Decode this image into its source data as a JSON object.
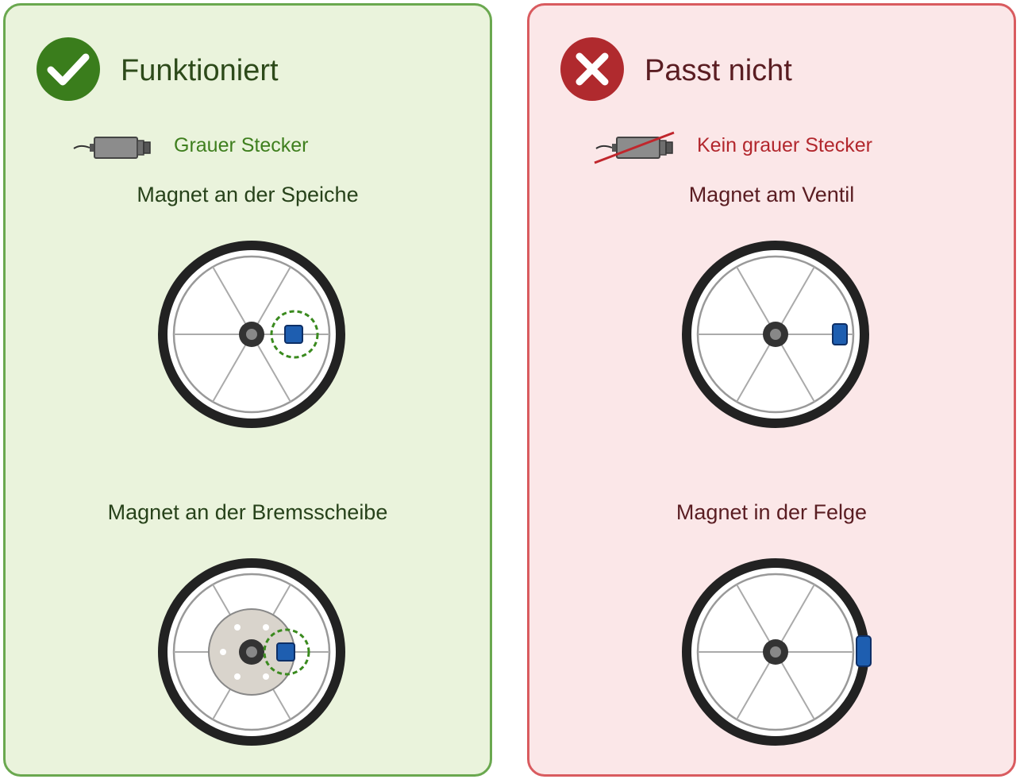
{
  "works": {
    "title": "Funktioniert",
    "status_icon": "check-icon",
    "plug_icon": "grey-plug-icon",
    "plug_label": "Grauer Stecker",
    "accent_color": "#3a7d1c",
    "options": [
      {
        "label": "Magnet an der Speiche",
        "magnet_position": "spoke"
      },
      {
        "label": "Magnet an der Bremsscheibe",
        "magnet_position": "brake-disc"
      }
    ]
  },
  "does_not_fit": {
    "title": "Passt nicht",
    "status_icon": "cross-icon",
    "plug_icon": "crossed-out-grey-plug-icon",
    "plug_label": "Kein grauer Stecker",
    "accent_color": "#b02a2e",
    "options": [
      {
        "label": "Magnet am Ventil",
        "magnet_position": "valve"
      },
      {
        "label": "Magnet in der Felge",
        "magnet_position": "rim"
      }
    ]
  }
}
